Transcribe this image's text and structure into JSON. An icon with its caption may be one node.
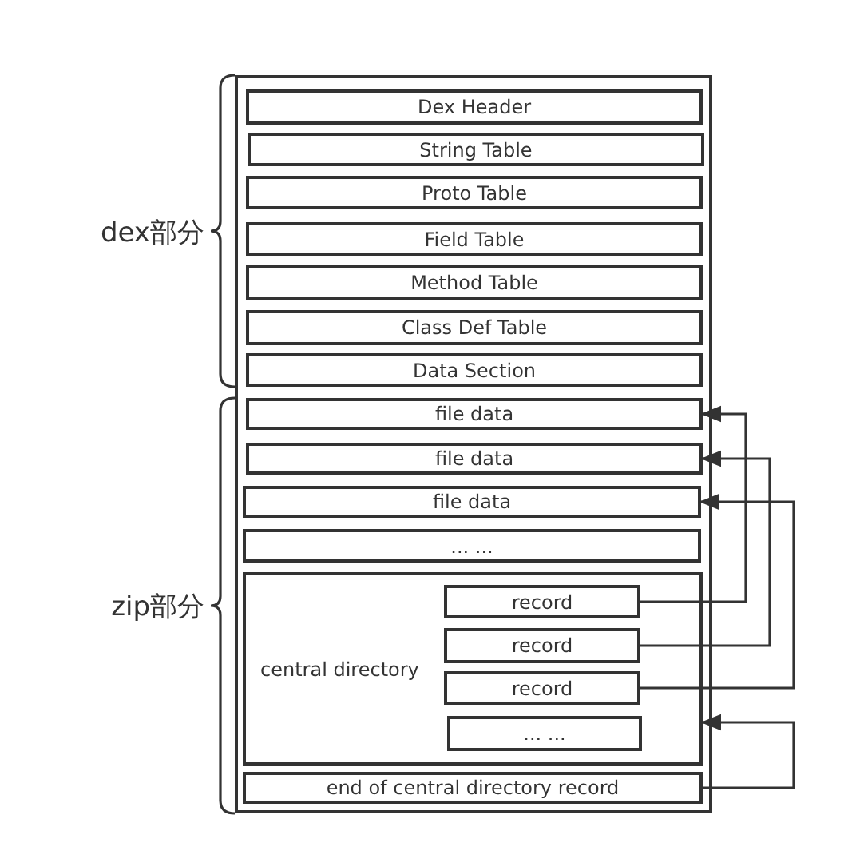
{
  "diagram": {
    "nodes": [
      {
        "text": [],
        "shape": "box"
      },
      {
        "text": [
          "Dex Header"
        ],
        "in": 0
      },
      {
        "text": [
          "String Table"
        ],
        "in": 0
      },
      {
        "text": [
          "Proto Table"
        ],
        "in": 0
      },
      {
        "text": [
          "Field Table"
        ],
        "in": 0
      },
      {
        "text": [
          "Method Table"
        ],
        "in": 0
      },
      {
        "text": [
          "Class Def Table"
        ],
        "in": 0
      },
      {
        "text": [
          "Data Section"
        ],
        "in": 0
      },
      {
        "text": [
          "file data"
        ],
        "in": 0
      },
      {
        "text": [
          "file data"
        ],
        "in": 0
      },
      {
        "text": [
          "file data"
        ],
        "in": 0
      },
      {
        "text": [
          "... ..."
        ],
        "in": 0
      },
      {
        "text": [
          "central directory"
        ],
        "in": 0
      },
      {
        "text": [
          "record"
        ],
        "in": 12
      },
      {
        "text": [
          "record"
        ],
        "in": 12
      },
      {
        "text": [
          "record"
        ],
        "in": 12
      },
      {
        "text": [
          "... ..."
        ],
        "in": 12
      },
      {
        "text": [
          "end of central directory record"
        ],
        "in": 0
      }
    ],
    "edges": [
      {
        "from": 13,
        "to": 8,
        "arrow": "to"
      },
      {
        "from": 14,
        "to": 9,
        "arrow": "to"
      },
      {
        "from": 15,
        "to": 10,
        "arrow": "to"
      },
      {
        "from": 17,
        "to": 12,
        "arrow": "to"
      }
    ],
    "labels": [
      "dex部分",
      "zip部分"
    ]
  }
}
